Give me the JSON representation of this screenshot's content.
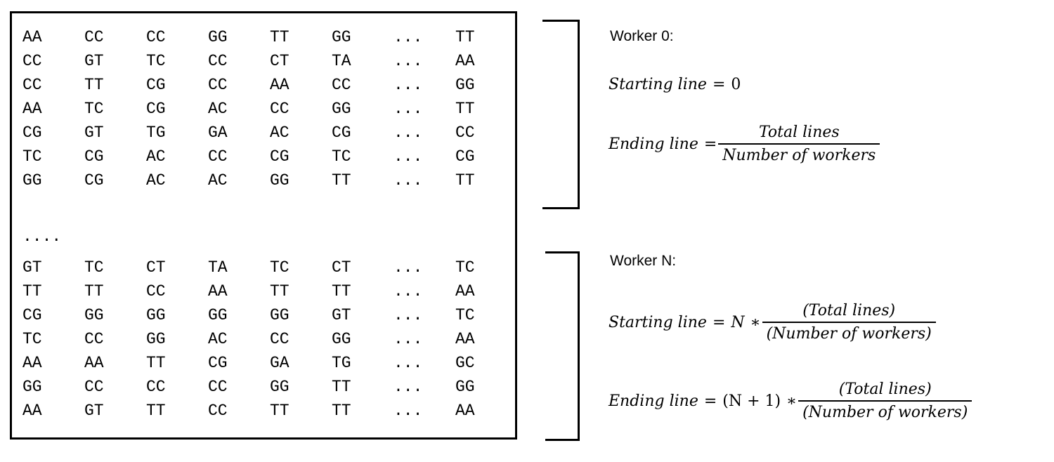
{
  "genotype_rows_top": [
    [
      "AA",
      "CC",
      "CC",
      "GG",
      "TT",
      "GG",
      "...",
      "TT"
    ],
    [
      "CC",
      "GT",
      "TC",
      "CC",
      "CT",
      "TA",
      "...",
      "AA"
    ],
    [
      "CC",
      "TT",
      "CG",
      "CC",
      "AA",
      "CC",
      "...",
      "GG"
    ],
    [
      "AA",
      "TC",
      "CG",
      "AC",
      "CC",
      "GG",
      "...",
      "TT"
    ],
    [
      "CG",
      "GT",
      "TG",
      "GA",
      "AC",
      "CG",
      "...",
      "CC"
    ],
    [
      "TC",
      "CG",
      "AC",
      "CC",
      "CG",
      "TC",
      "...",
      "CG"
    ],
    [
      "GG",
      "CG",
      "AC",
      "AC",
      "GG",
      "TT",
      "...",
      "TT"
    ]
  ],
  "middle_ellipsis": "....",
  "genotype_rows_bottom": [
    [
      "GT",
      "TC",
      "CT",
      "TA",
      "TC",
      "CT",
      "...",
      "TC"
    ],
    [
      "TT",
      "TT",
      "CC",
      "AA",
      "TT",
      "TT",
      "...",
      "AA"
    ],
    [
      "CG",
      "GG",
      "GG",
      "GG",
      "GG",
      "GT",
      "...",
      "TC"
    ],
    [
      "TC",
      "CC",
      "GG",
      "AC",
      "CC",
      "GG",
      "...",
      "AA"
    ],
    [
      "AA",
      "AA",
      "TT",
      "CG",
      "GA",
      "TG",
      "...",
      "GC"
    ],
    [
      "GG",
      "CC",
      "CC",
      "CC",
      "GG",
      "TT",
      "...",
      "GG"
    ],
    [
      "AA",
      "GT",
      "TT",
      "CC",
      "TT",
      "TT",
      "...",
      "AA"
    ]
  ],
  "worker0": {
    "title": "Worker 0:",
    "starting_label": "Starting line",
    "equals": "=",
    "starting_value": "0",
    "ending_label": "Ending line",
    "ending_num": "Total lines",
    "ending_den": "Number of workers"
  },
  "workerN": {
    "title": "Worker N:",
    "starting_label": "Starting line",
    "equals": "=",
    "starting_mult": "N",
    "times": "∗",
    "starting_num": "(Total lines)",
    "starting_den": "(Number of workers)",
    "ending_label": "Ending line",
    "ending_mult": "(N + 1)",
    "ending_num": "(Total lines)",
    "ending_den": "(Number of workers)"
  }
}
